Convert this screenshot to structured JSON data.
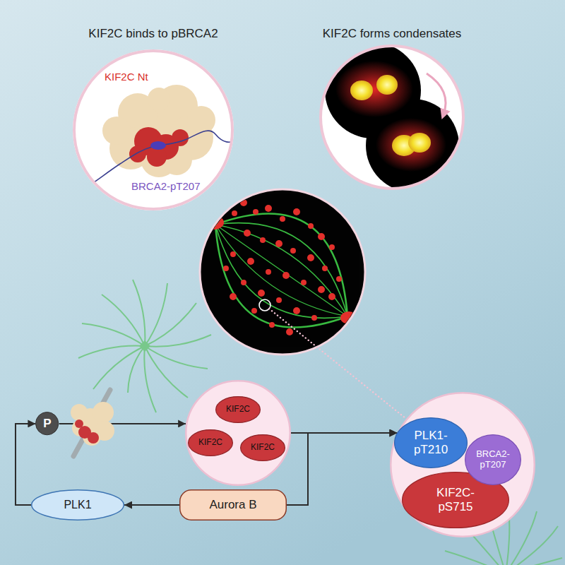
{
  "diagram": {
    "nodes": [
      {
        "text": [
          "KIF2C binds to pBRCA2"
        ]
      },
      {
        "text": [
          "KIF2C forms condensates"
        ]
      },
      {
        "text": [
          "P"
        ]
      },
      {},
      {
        "text": [
          "KIF2C"
        ],
        "in": 3
      },
      {
        "text": [
          "KIF2C"
        ],
        "in": 3
      },
      {
        "text": [
          "KIF2C"
        ],
        "in": 3
      },
      {},
      {
        "text": [
          "PLK1-pT210"
        ],
        "in": 7
      },
      {
        "text": [
          "BRCA2-pT207"
        ],
        "in": 7
      },
      {
        "text": [
          "KIF2C-pS715"
        ],
        "in": 7
      },
      {
        "text": [
          "PLK1"
        ]
      },
      {
        "text": [
          "Aurora B"
        ]
      }
    ],
    "edges": [
      {
        "from": 2,
        "to": 3,
        "arrow": "to"
      },
      {
        "from": 3,
        "to": 7,
        "arrow": "to"
      },
      {
        "from": 12,
        "to": 11,
        "arrow": "to"
      },
      {
        "from": 11,
        "to": 2,
        "arrow": "to"
      },
      {
        "from": 12,
        "to": 7,
        "arrow": "to"
      }
    ],
    "labels": [
      "KIF2C Nt",
      "BRCA2-pT207"
    ]
  }
}
